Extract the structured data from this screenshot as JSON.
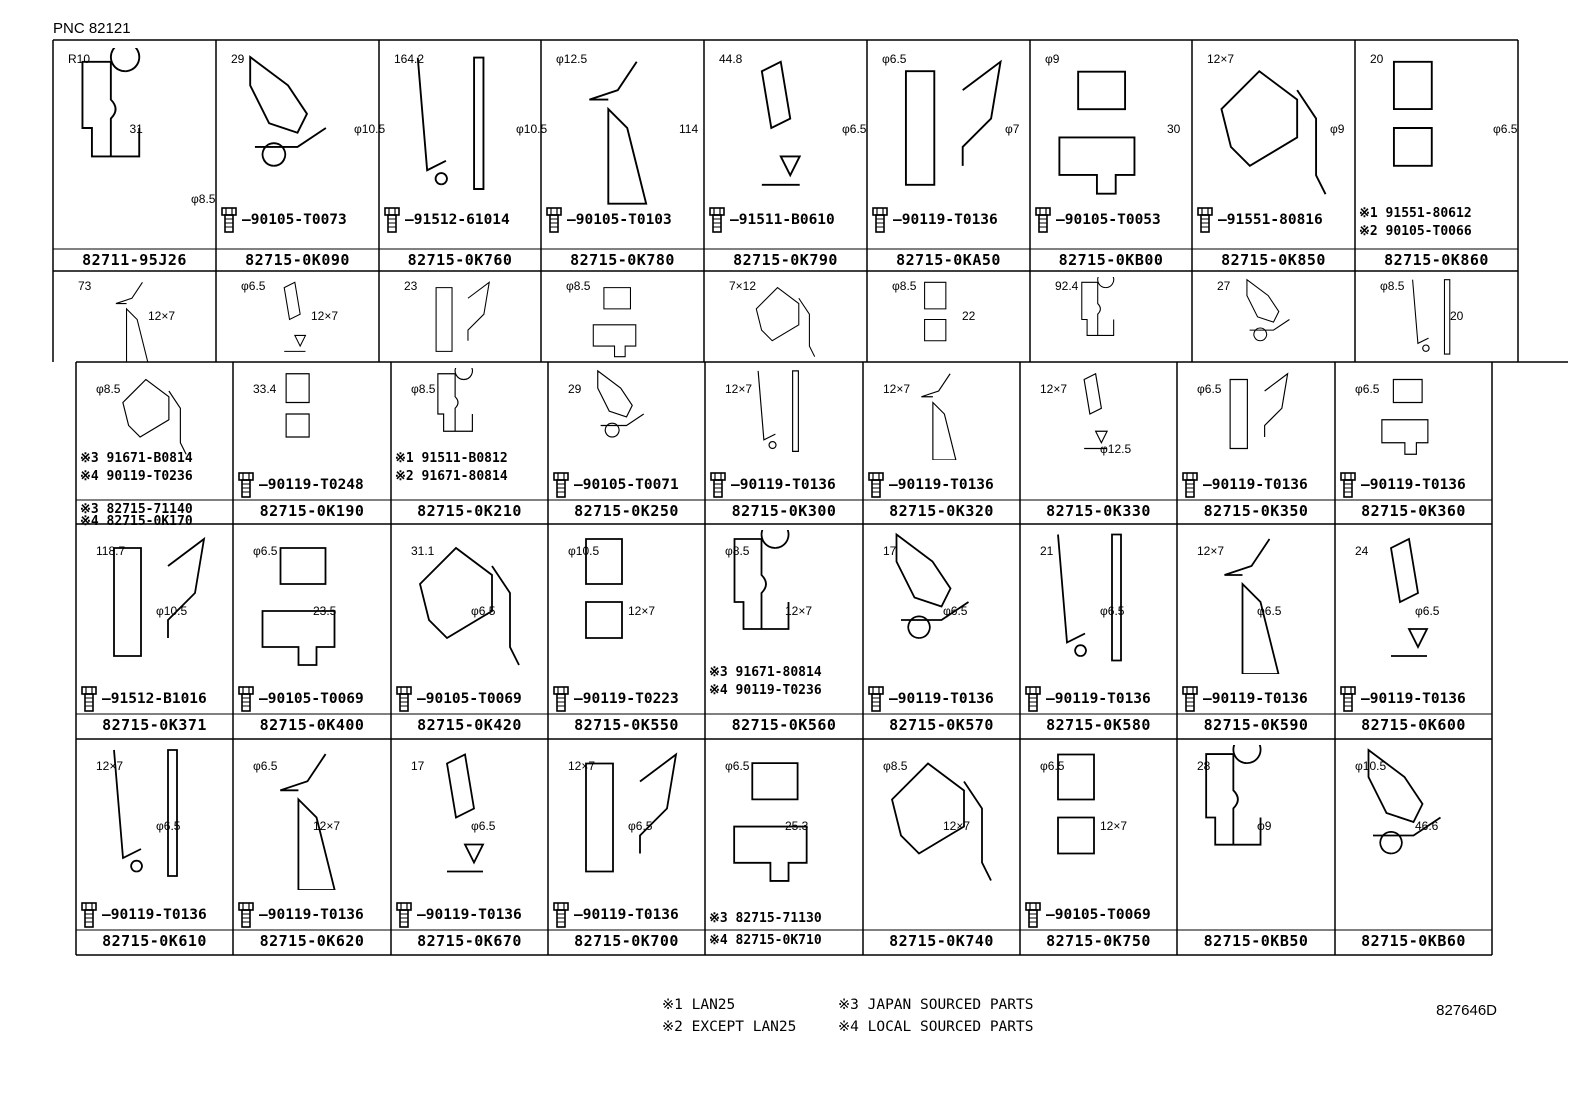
{
  "pnc": "PNC 82121",
  "diagram_code": "827646D",
  "legend": {
    "l1": "※1 LAN25",
    "l2": "※2 EXCEPT LAN25",
    "l3": "※3 JAPAN SOURCED PARTS",
    "l4": "※4 LOCAL SOURCED PARTS"
  },
  "row1": [
    {
      "part": "82711-95J26",
      "bolt": "",
      "dims": [
        "R10",
        "31",
        "φ8.5"
      ]
    },
    {
      "part": "82715-0K090",
      "bolt": "90105-T0073",
      "dims": [
        "29",
        "φ10.5"
      ]
    },
    {
      "part": "82715-0K760",
      "bolt": "91512-61014",
      "dims": [
        "164.2",
        "φ10.5"
      ]
    },
    {
      "part": "82715-0K780",
      "bolt": "90105-T0103",
      "dims": [
        "φ12.5",
        "114"
      ]
    },
    {
      "part": "82715-0K790",
      "bolt": "91511-B0610",
      "dims": [
        "44.8",
        "φ6.5"
      ]
    },
    {
      "part": "82715-0KA50",
      "bolt": "90119-T0136",
      "dims": [
        "φ6.5",
        "φ7"
      ]
    },
    {
      "part": "82715-0KB00",
      "bolt": "90105-T0053",
      "dims": [
        "φ9",
        "30"
      ]
    },
    {
      "part": "82715-0K850",
      "bolt": "91551-80816",
      "dims": [
        "12×7",
        "φ9"
      ]
    },
    {
      "part": "82715-0K860",
      "bolt": "",
      "alts": [
        "※1 91551-80612",
        "※2 90105-T0066"
      ],
      "dims": [
        "20",
        "φ6.5"
      ]
    }
  ],
  "row2_top": [
    {
      "dims": [
        "73",
        "12×7"
      ]
    },
    {
      "dims": [
        "φ6.5",
        "12×7"
      ]
    },
    {
      "dims": [
        "23"
      ]
    },
    {
      "dims": [
        "φ8.5"
      ]
    },
    {
      "dims": [
        "7×12"
      ]
    },
    {
      "dims": [
        "φ8.5",
        "22"
      ]
    },
    {
      "dims": [
        "92.4"
      ]
    },
    {
      "dims": [
        "27"
      ]
    },
    {
      "dims": [
        "φ8.5",
        "20"
      ]
    }
  ],
  "row2": [
    {
      "part": "",
      "alts": [
        "※3 91671-B0814",
        "※4 90119-T0236"
      ],
      "caps": [
        "※3 82715-71140",
        "※4 82715-0K170"
      ],
      "dims": [
        "φ8.5"
      ]
    },
    {
      "part": "82715-0K190",
      "bolt": "90119-T0248",
      "dims": [
        "33.4"
      ]
    },
    {
      "part": "82715-0K210",
      "bolt": "",
      "alts": [
        "※1 91511-B0812",
        "※2 91671-80814"
      ],
      "dims": [
        "φ8.5"
      ]
    },
    {
      "part": "82715-0K250",
      "bolt": "90105-T0071",
      "dims": [
        "29"
      ]
    },
    {
      "part": "82715-0K300",
      "bolt": "90119-T0136",
      "dims": [
        "12×7"
      ]
    },
    {
      "part": "82715-0K320",
      "bolt": "90119-T0136",
      "dims": [
        "12×7"
      ]
    },
    {
      "part": "82715-0K330",
      "bolt": "",
      "dims": [
        "12×7",
        "φ12.5"
      ]
    },
    {
      "part": "82715-0K350",
      "bolt": "90119-T0136",
      "dims": [
        "φ6.5"
      ]
    },
    {
      "part": "82715-0K360",
      "bolt": "90119-T0136",
      "dims": [
        "φ6.5"
      ]
    }
  ],
  "row3": [
    {
      "part": "82715-0K371",
      "bolt": "91512-B1016",
      "dims": [
        "118.7",
        "φ10.5"
      ]
    },
    {
      "part": "82715-0K400",
      "bolt": "90105-T0069",
      "dims": [
        "φ6.5",
        "23.5"
      ]
    },
    {
      "part": "82715-0K420",
      "bolt": "90105-T0069",
      "dims": [
        "31.1",
        "φ6.5"
      ]
    },
    {
      "part": "82715-0K550",
      "bolt": "90119-T0223",
      "dims": [
        "φ10.5",
        "12×7"
      ]
    },
    {
      "part": "82715-0K560",
      "bolt": "",
      "alts": [
        "※3 91671-80814",
        "※4 90119-T0236"
      ],
      "dims": [
        "φ8.5",
        "12×7"
      ]
    },
    {
      "part": "82715-0K570",
      "bolt": "90119-T0136",
      "dims": [
        "17",
        "φ6.5"
      ]
    },
    {
      "part": "82715-0K580",
      "bolt": "90119-T0136",
      "dims": [
        "21",
        "φ6.5"
      ]
    },
    {
      "part": "82715-0K590",
      "bolt": "90119-T0136",
      "dims": [
        "12×7",
        "φ6.5"
      ]
    },
    {
      "part": "82715-0K600",
      "bolt": "90119-T0136",
      "dims": [
        "24",
        "φ6.5"
      ]
    }
  ],
  "row4": [
    {
      "part": "82715-0K610",
      "bolt": "90119-T0136",
      "dims": [
        "12×7",
        "φ6.5"
      ]
    },
    {
      "part": "82715-0K620",
      "bolt": "90119-T0136",
      "dims": [
        "φ6.5",
        "12×7"
      ]
    },
    {
      "part": "82715-0K670",
      "bolt": "90119-T0136",
      "dims": [
        "17",
        "φ6.5"
      ]
    },
    {
      "part": "82715-0K700",
      "bolt": "90119-T0136",
      "dims": [
        "12×7",
        "φ6.5"
      ]
    },
    {
      "part": "",
      "bolt": "",
      "alts": [
        "※3 82715-71130",
        "※4 82715-0K710"
      ],
      "dims": [
        "φ6.5",
        "25.3"
      ]
    },
    {
      "part": "82715-0K740",
      "bolt": "",
      "dims": [
        "φ8.5",
        "12×7"
      ]
    },
    {
      "part": "82715-0K750",
      "bolt": "90105-T0069",
      "dims": [
        "φ6.5",
        "12×7"
      ]
    },
    {
      "part": "82715-0KB50",
      "bolt": "",
      "dims": [
        "28",
        "φ9"
      ]
    },
    {
      "part": "82715-0KB60",
      "bolt": "",
      "dims": [
        "φ10.5",
        "46.6"
      ]
    }
  ]
}
